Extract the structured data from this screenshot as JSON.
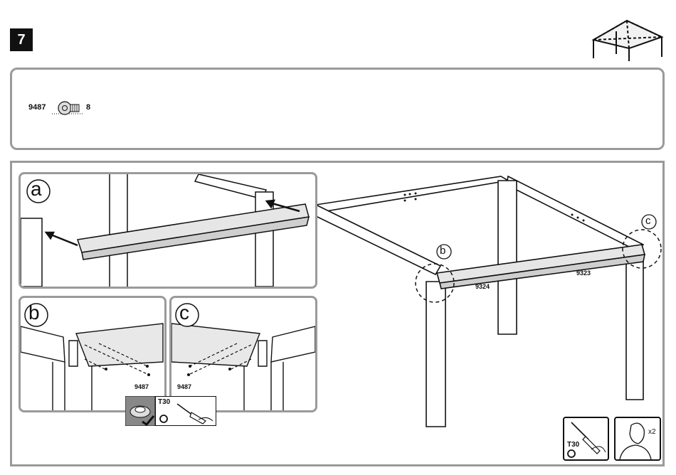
{
  "step": {
    "number": "7"
  },
  "parts": {
    "code": "9487",
    "qty": "8"
  },
  "labels": {
    "a": "a",
    "b": "b",
    "c": "c",
    "beam_left": "9324",
    "beam_right": "9323",
    "screw_b": "9487",
    "screw_c": "9487"
  },
  "tools": {
    "torx": "T30",
    "persons": "x2"
  }
}
